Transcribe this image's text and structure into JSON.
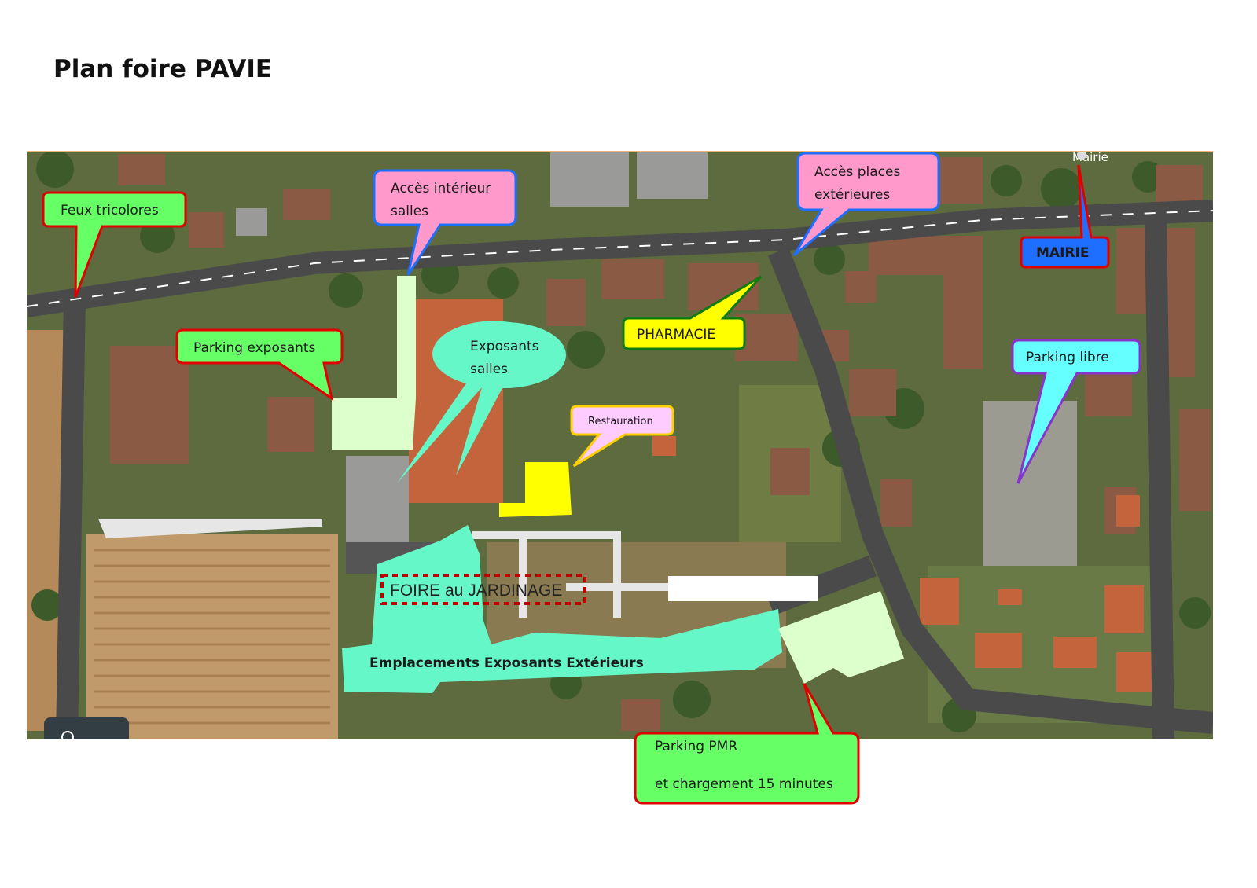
{
  "page": {
    "title": "Plan foire PAVIE"
  },
  "map": {
    "labels": {
      "feux": "Feux tricolores",
      "acces_interieur_1": "Accès intérieur",
      "acces_interieur_2": "salles",
      "acces_places_1": "Accès places",
      "acces_places_2": "extérieures",
      "mairie_map": "Mairie",
      "mairie": "MAIRIE",
      "parking_exposants": "Parking exposants",
      "exposants_salles_1": "Exposants",
      "exposants_salles_2": "salles",
      "pharmacie": "PHARMACIE",
      "parking_libre": "Parking libre",
      "restauration": "Restauration",
      "foire": "FOIRE au JARDINAGE",
      "emplacements": "Emplacements  Exposants  Extérieurs",
      "parking_pmr_1": "Parking PMR",
      "parking_pmr_2": "et chargement 15 minutes"
    },
    "colors": {
      "green_callout": "#66ff66",
      "pink_callout": "#ff99cc",
      "mint_zone": "#66f7c8",
      "yellow": "#ffff00",
      "light_green": "#ddffcc",
      "cyan_callout": "#66ffff",
      "blue_callout": "#1e6fff",
      "red_border": "#e00000"
    }
  }
}
